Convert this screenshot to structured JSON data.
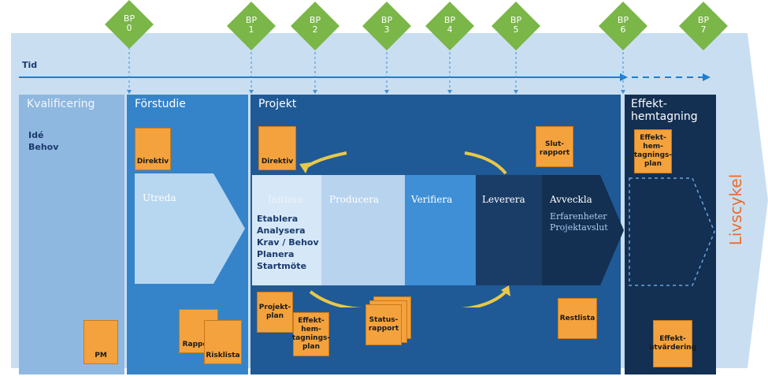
{
  "timeline_label": "Tid",
  "lifecycle_label": "Livscykel",
  "gates": [
    {
      "line1": "BP",
      "line2": "0"
    },
    {
      "line1": "BP",
      "line2": "1"
    },
    {
      "line1": "BP",
      "line2": "2"
    },
    {
      "line1": "BP",
      "line2": "3"
    },
    {
      "line1": "BP",
      "line2": "4"
    },
    {
      "line1": "BP",
      "line2": "5"
    },
    {
      "line1": "BP",
      "line2": "6"
    },
    {
      "line1": "BP",
      "line2": "7"
    }
  ],
  "phases": {
    "kvalificering": {
      "title": "Kvalificering",
      "items": [
        "Idé",
        "Behov"
      ],
      "doc": "PM"
    },
    "forstudie": {
      "title": "Förstudie",
      "doc_top": "Direktiv",
      "arrow_label": "Utreda",
      "doc_bottom_1": "Rapport",
      "doc_bottom_2": "Risklista"
    },
    "projekt": {
      "title": "Projekt",
      "doc_top_left": "Direktiv",
      "doc_top_right": "Slut-rapport",
      "segments": [
        "Initiera",
        "Producera",
        "Verifiera",
        "Leverera",
        "Avveckla"
      ],
      "initiera_items": [
        "Etablera",
        "Analysera",
        "Krav / Behov",
        "Planera",
        "Startmöte"
      ],
      "avveckla_items": [
        "Erfarenheter",
        "Projektavslut"
      ],
      "doc_projektplan": "Projekt-plan",
      "doc_effektplan": "Effekt-hem-tagnings-plan",
      "doc_status": "Status-rapport",
      "doc_restlista": "Restlista"
    },
    "effekt": {
      "title": "Effekt-hemtagning",
      "doc_top": "Effekt-hem-tagnings-plan",
      "doc_bottom": "Effekt-utvärdering"
    }
  },
  "colors": {
    "band": "#c9dff1",
    "kvalificering": "#8fb8e0",
    "forstudie": "#3584c9",
    "projekt": "#1f5a96",
    "effekt": "#132f52",
    "gate": "#7ab648",
    "doc": "#f4a23d",
    "timeline": "#1e7fd1",
    "lifecycle": "#ef6a2a"
  }
}
